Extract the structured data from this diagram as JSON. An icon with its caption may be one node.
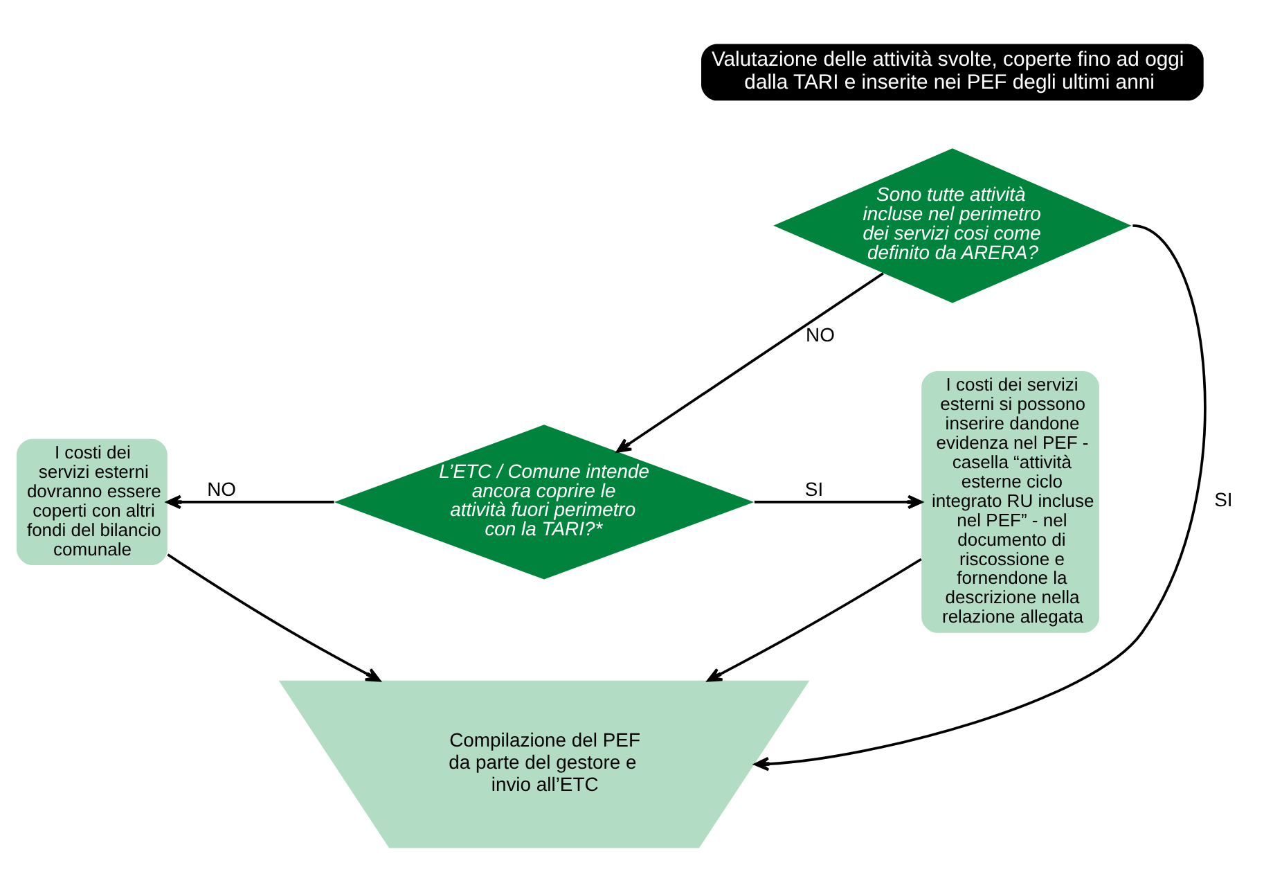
{
  "diagram": {
    "nodes": [
      {
        "text": [
          "Valutazione delle attività svolte, coperte fino ad oggi dalla TARI e inserite nei PEF degli ultimi anni"
        ]
      },
      {
        "text": [
          "Sono tutte attività incluse nel perimetro dei servizi cosi come definito da ARERA?"
        ]
      },
      {
        "text": [
          "I costi dei servizi esterni si possono inserire dandone evidenza nel PEF - casella “attività esterne ciclo integrato RU incluse nel PEF” - nel documento di riscossione e fornendone la descrizione nella relazione allegata"
        ]
      },
      {
        "text": [
          "I costi dei servizi esterni dovranno essere coperti con altri fondi del bilancio comunale"
        ]
      },
      {
        "text": [
          "L’ETC / Comune intende ancora coprire le attività fuori perimetro con la TARI?*"
        ]
      },
      {
        "text": [
          "Compilazione del PEF da parte del gestore e invio all’ETC"
        ]
      }
    ],
    "edges": [
      {
        "from": 1,
        "to": 4,
        "arrow": "to",
        "label": "NO"
      },
      {
        "from": 1,
        "to": 5,
        "arrow": "to",
        "label": "SI"
      },
      {
        "from": 4,
        "to": 3,
        "arrow": "to",
        "label": "NO"
      },
      {
        "from": 4,
        "to": 2,
        "arrow": "to",
        "label": "SI"
      },
      {
        "from": 3,
        "to": 5,
        "arrow": "to"
      },
      {
        "from": 2,
        "to": 5,
        "arrow": "to"
      }
    ]
  }
}
